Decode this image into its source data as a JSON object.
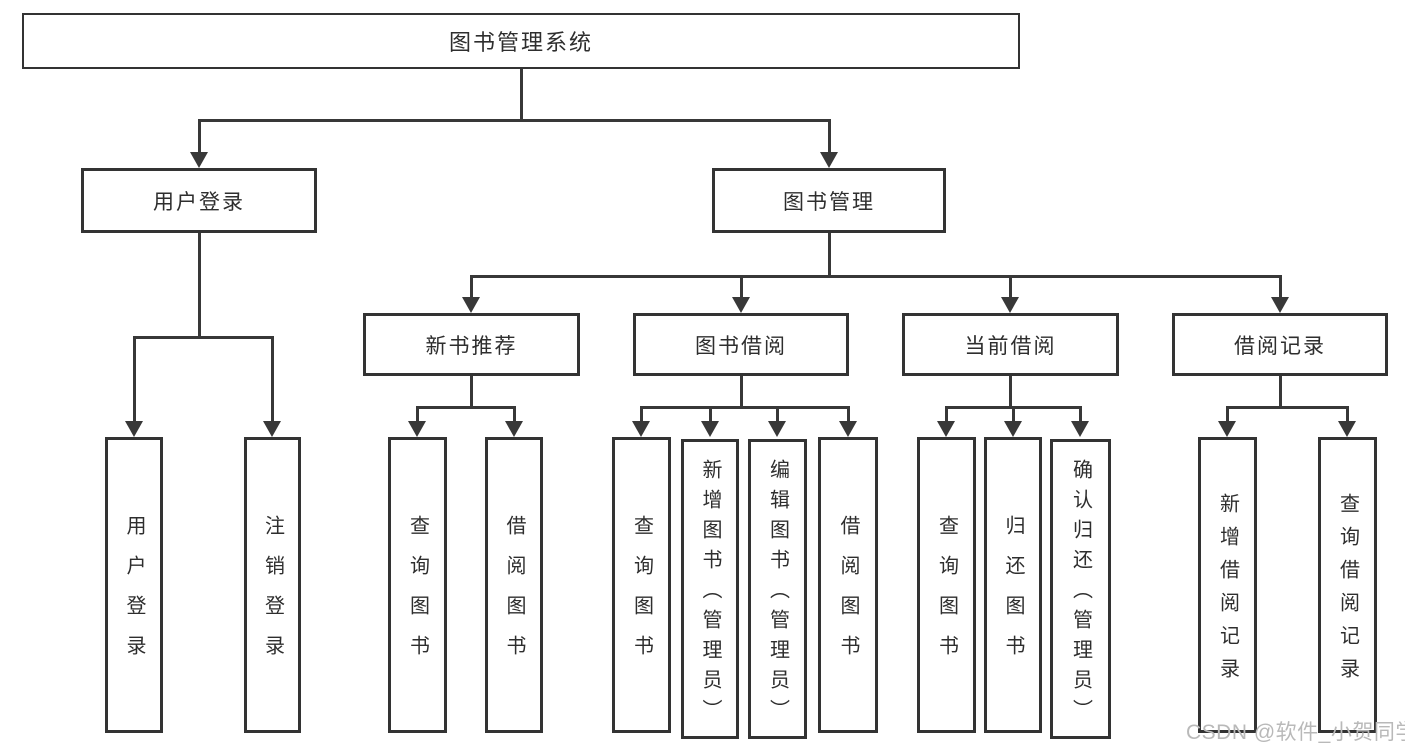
{
  "diagram": {
    "title": "图书管理系统",
    "root": {
      "label": "图书管理系统"
    },
    "level2": [
      {
        "label": "用户登录"
      },
      {
        "label": "图书管理"
      }
    ],
    "level3": [
      {
        "label": "新书推荐",
        "parent": "图书管理"
      },
      {
        "label": "图书借阅",
        "parent": "图书管理"
      },
      {
        "label": "当前借阅",
        "parent": "图书管理"
      },
      {
        "label": "借阅记录",
        "parent": "图书管理"
      }
    ],
    "leaves": [
      {
        "label": "用户登录",
        "parent": "用户登录"
      },
      {
        "label": "注销登录",
        "parent": "用户登录"
      },
      {
        "label": "查询图书",
        "parent": "新书推荐"
      },
      {
        "label": "借阅图书",
        "parent": "新书推荐"
      },
      {
        "label": "查询图书",
        "parent": "图书借阅"
      },
      {
        "label": "新增图书（管理员）",
        "parent": "图书借阅"
      },
      {
        "label": "编辑图书（管理员）",
        "parent": "图书借阅"
      },
      {
        "label": "借阅图书",
        "parent": "图书借阅"
      },
      {
        "label": "查询图书",
        "parent": "当前借阅"
      },
      {
        "label": "归还图书",
        "parent": "当前借阅"
      },
      {
        "label": "确认归还（管理员）",
        "parent": "当前借阅"
      },
      {
        "label": "新增借阅记录",
        "parent": "借阅记录"
      },
      {
        "label": "查询借阅记录",
        "parent": "借阅记录"
      }
    ]
  },
  "watermark": {
    "text": "CSDN @软件_小贺同学"
  },
  "colors": {
    "line": "#383838",
    "border": "#333333",
    "text": "#2e2e2e",
    "watermark": "#b9b9b9",
    "background": "#ffffff"
  }
}
